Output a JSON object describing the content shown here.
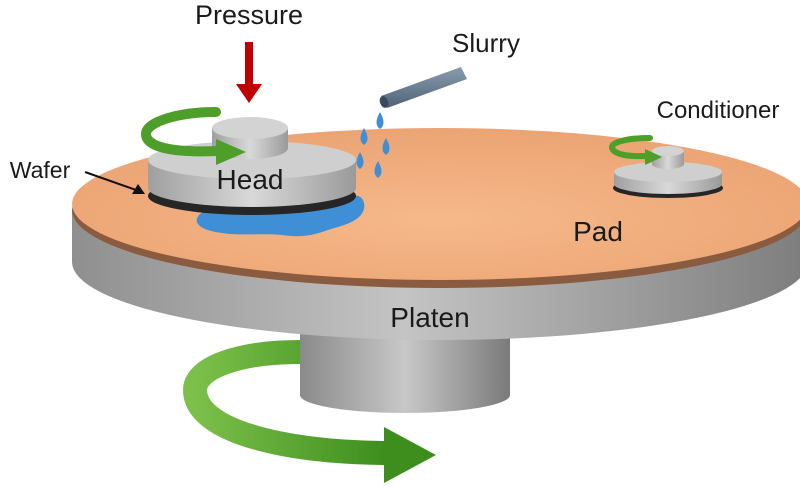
{
  "labels": {
    "pressure": "Pressure",
    "slurry": "Slurry",
    "conditioner": "Conditioner",
    "wafer": "Wafer",
    "head": "Head",
    "pad": "Pad",
    "platen": "Platen"
  },
  "colors": {
    "pad": "#f0a873",
    "pad_rim": "#8b5a3c",
    "platen": "#9a9a9a",
    "metal": "#bdbdbd",
    "rotation_arrow": "#5aa830",
    "pressure_arrow": "#c00000",
    "slurry": "#3f8fd6",
    "slurry_nozzle": "#6b7f95"
  },
  "icons": {
    "rotation": "curved-arrow-icon",
    "pressure": "down-arrow-icon",
    "drops": "water-drop-icon"
  }
}
